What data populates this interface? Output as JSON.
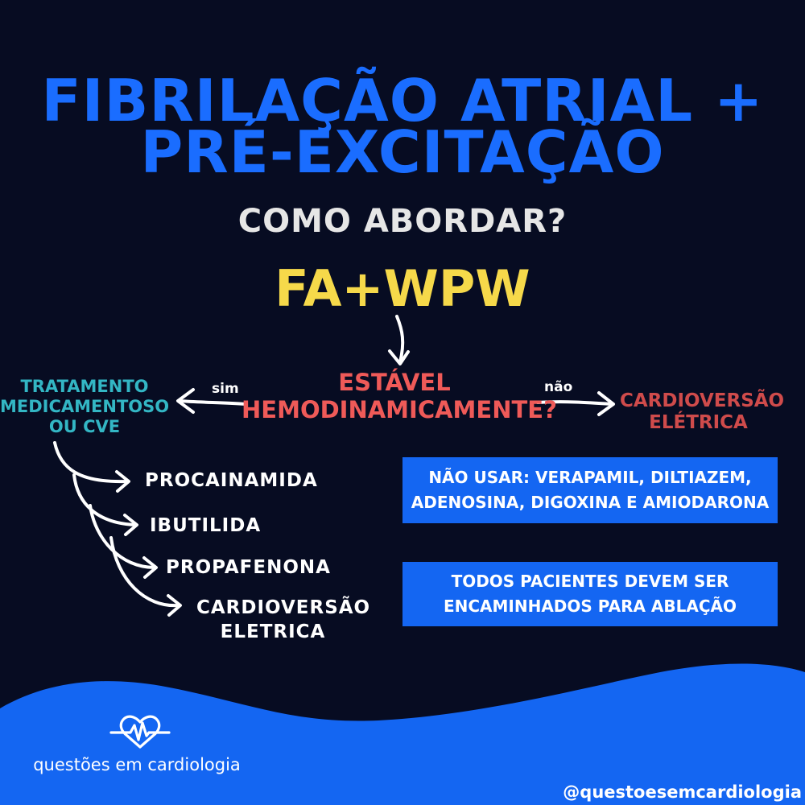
{
  "title": {
    "line1": "FIBRILAÇÃO ATRIAL +",
    "line2": "PRÉ-EXCITAÇÃO"
  },
  "subtitle": "COMO ABORDAR?",
  "root": "FA+WPW",
  "question": {
    "line1": "ESTÁVEL",
    "line2": "HEMODINAMICAMENTE?"
  },
  "yes_label": "sim",
  "no_label": "não",
  "yes_branch": {
    "line1": "TRATAMENTO",
    "line2": "MEDICAMENTOSO",
    "line3": "OU CVE"
  },
  "no_branch": {
    "line1": "CARDIOVERSÃO",
    "line2": "ELÉTRICA"
  },
  "options": [
    {
      "line1": "PROCAINAMIDA",
      "line2": ""
    },
    {
      "line1": "IBUTILIDA",
      "line2": ""
    },
    {
      "line1": "PROPAFENONA",
      "line2": ""
    },
    {
      "line1": "CARDIOVERSÃO",
      "line2": "ELETRICA"
    }
  ],
  "warning_box": {
    "line1": "NÃO USAR: VERAPAMIL, DILTIAZEM,",
    "line2": "ADENOSINA, DIGOXINA E AMIODARONA"
  },
  "referral_box": {
    "line1": "TODOS PACIENTES DEVEM SER",
    "line2": "ENCAMINHADOS PARA ABLAÇÃO"
  },
  "brand_name": "questões em cardiologia",
  "brand_icon": "heart-pulse-icon",
  "handle": "@questoesemcardiologia",
  "colors": {
    "background": "#070c22",
    "title": "#1a6dff",
    "root": "#f6d94a",
    "question": "#ef5a58",
    "yes_branch": "#33b6c4",
    "no_branch": "#cf4b4b",
    "box": "#1466f2",
    "wave": "#1466f2"
  }
}
